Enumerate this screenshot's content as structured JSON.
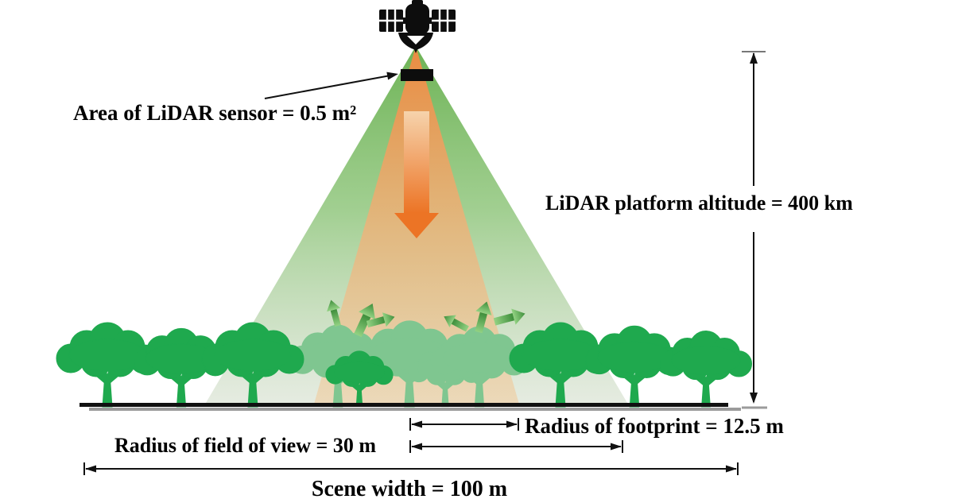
{
  "figure": {
    "type": "lidar-simulation-schematic",
    "labels": {
      "sensor_area": "Area of LiDAR sensor = 0.5 m²",
      "platform_altitude": "LiDAR platform altitude = 400 km",
      "footprint_radius": "Radius of footprint = 12.5 m",
      "field_of_view_radius": "Radius of field of view = 30 m",
      "scene_width": "Scene width = 100 m"
    },
    "values": {
      "sensor_area_m2": 0.5,
      "platform_altitude_km": 400,
      "footprint_radius_m": 12.5,
      "field_of_view_radius_m": 30,
      "scene_width_m": 100
    },
    "icons": [
      "satellite-icon",
      "lidar-sensor-icon",
      "beam-down-arrow-icon",
      "canopy-return-arrow-icon",
      "tree-icon",
      "dimension-arrow-icon"
    ],
    "colors": {
      "background": "#FFFFFF",
      "tree_green": "#1FA94E",
      "tree_green_muted": "#7FC690",
      "cone_green_top": "#6DB355",
      "cone_green_bottom": "#DCE4D3",
      "cone_orange_top": "#EC8B42",
      "cone_orange_bottom": "#F6E3C9",
      "beam_arrow_orange": "#EC7425",
      "return_arrow_green_dark": "#3E8E3B",
      "return_arrow_green_light": "#93D283",
      "line_black": "#111111",
      "ground_shadow_gray": "#9B9B9B",
      "text_color": "#000000"
    }
  }
}
